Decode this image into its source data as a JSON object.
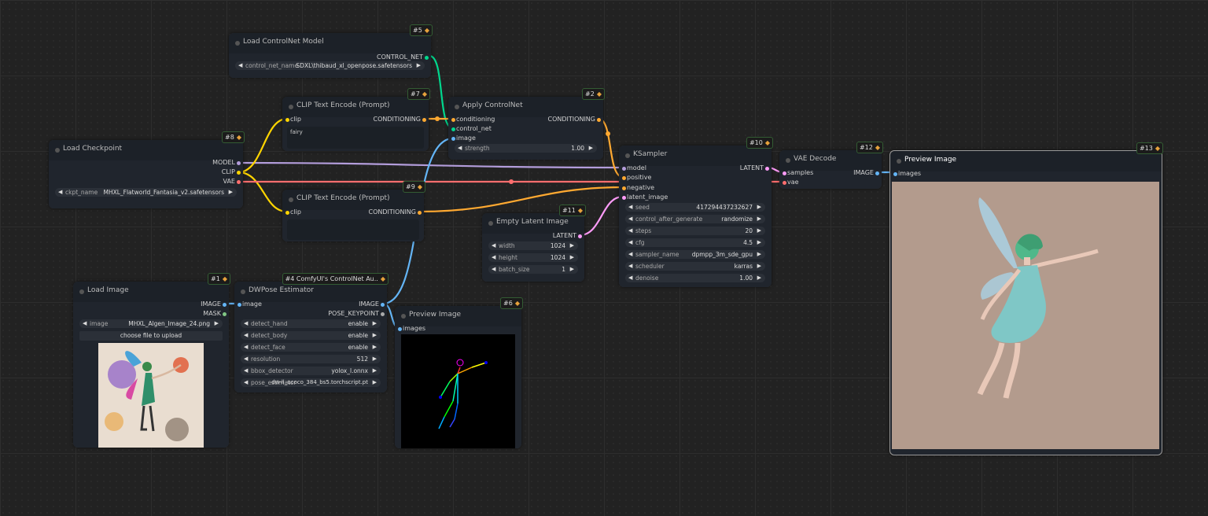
{
  "colors": {
    "model": "#b39ddb",
    "clip": "#ffd500",
    "vae": "#ff6e6e",
    "conditioning": "#ffa931",
    "control_net": "#00d78d",
    "image": "#64b5f6",
    "latent": "#ff9cf9",
    "pose": "#aaaaaa",
    "mask": "#81c784"
  },
  "nodes": {
    "load_controlnet": {
      "title": "Load ControlNet Model",
      "badge": "#5",
      "out_control_net": "CONTROL_NET",
      "w_name": "control_net_name",
      "w_value": "SDXL\\thibaud_xl_openpose.safetensors"
    },
    "clip_pos": {
      "title": "CLIP Text Encode (Prompt)",
      "badge": "#7",
      "in_clip": "clip",
      "out_cond": "CONDITIONING",
      "text": "fairy"
    },
    "apply_cn": {
      "title": "Apply ControlNet",
      "badge": "#2",
      "in_cond": "conditioning",
      "in_cn": "control_net",
      "in_image": "image",
      "out_cond": "CONDITIONING",
      "w_name": "strength",
      "w_value": "1.00"
    },
    "checkpoint": {
      "title": "Load Checkpoint",
      "badge": "#8",
      "out_model": "MODEL",
      "out_clip": "CLIP",
      "out_vae": "VAE",
      "w_name": "ckpt_name",
      "w_value": "MHXL_Flatworld_Fantasia_v2.safetensors"
    },
    "clip_neg": {
      "title": "CLIP Text Encode (Prompt)",
      "badge": "#9",
      "in_clip": "clip",
      "out_cond": "CONDITIONING",
      "text": ""
    },
    "ksampler": {
      "title": "KSampler",
      "badge": "#10",
      "in_model": "model",
      "in_pos": "positive",
      "in_neg": "negative",
      "in_latent": "latent_image",
      "out_latent": "LATENT",
      "widgets": [
        {
          "name": "seed",
          "value": "417294437232627"
        },
        {
          "name": "control_after_generate",
          "value": "randomize"
        },
        {
          "name": "steps",
          "value": "20"
        },
        {
          "name": "cfg",
          "value": "4.5"
        },
        {
          "name": "sampler_name",
          "value": "dpmpp_3m_sde_gpu"
        },
        {
          "name": "scheduler",
          "value": "karras"
        },
        {
          "name": "denoise",
          "value": "1.00"
        }
      ]
    },
    "vae_decode": {
      "title": "VAE Decode",
      "badge": "#12",
      "in_samples": "samples",
      "in_vae": "vae",
      "out_image": "IMAGE"
    },
    "preview_main": {
      "title": "Preview Image",
      "badge": "#13",
      "in_images": "images"
    },
    "empty_latent": {
      "title": "Empty Latent Image",
      "badge": "#11",
      "out_latent": "LATENT",
      "widgets": [
        {
          "name": "width",
          "value": "1024"
        },
        {
          "name": "height",
          "value": "1024"
        },
        {
          "name": "batch_size",
          "value": "1"
        }
      ]
    },
    "load_image": {
      "title": "Load Image",
      "badge": "#1",
      "out_image": "IMAGE",
      "out_mask": "MASK",
      "w_name": "image",
      "w_value": "MHXL_Algen_Image_24.png",
      "upload_label": "choose file to upload"
    },
    "dwpose": {
      "title": "DWPose Estimator",
      "badge": "#4 ComfyUI's ControlNet Au..",
      "in_image": "image",
      "out_image": "IMAGE",
      "out_pose": "POSE_KEYPOINT",
      "widgets": [
        {
          "name": "detect_hand",
          "value": "enable"
        },
        {
          "name": "detect_body",
          "value": "enable"
        },
        {
          "name": "detect_face",
          "value": "enable"
        },
        {
          "name": "resolution",
          "value": "512"
        },
        {
          "name": "bbox_detector",
          "value": "yolox_l.onnx"
        },
        {
          "name": "pose_estimator",
          "value": "dw-ll_ucoco_384_bs5.torchscript.pt"
        }
      ]
    },
    "preview_pose": {
      "title": "Preview Image",
      "badge": "#6",
      "in_images": "images"
    }
  }
}
